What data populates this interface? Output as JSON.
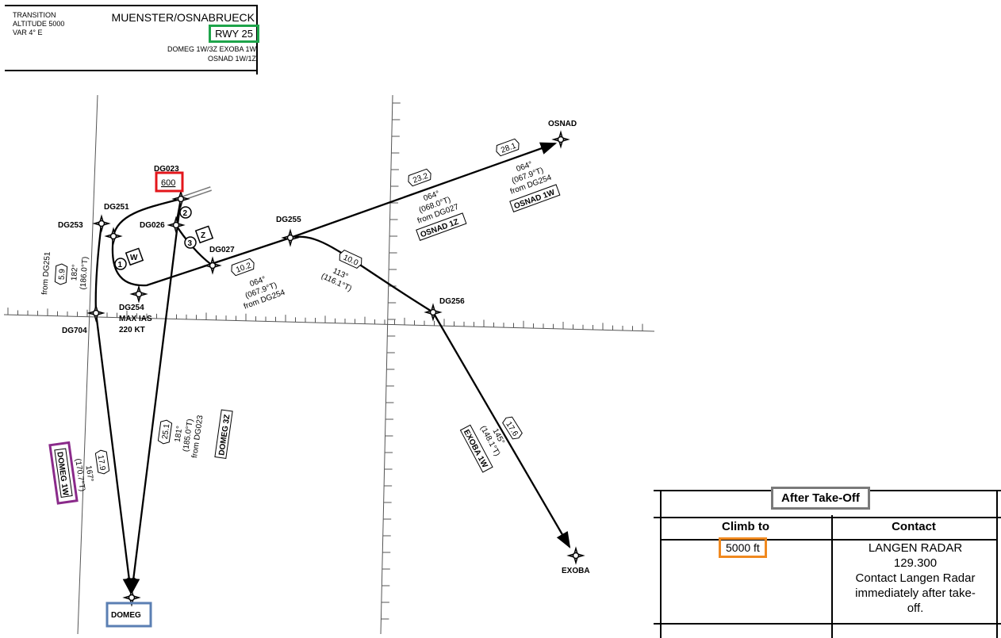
{
  "header": {
    "transition_lines": [
      "TRANSITION",
      "ALTITUDE 5000",
      "VAR 4° E"
    ],
    "airport": "MUENSTER/OSNABRUECK",
    "runway": "RWY 25",
    "routes_line1": "DOMEG 1W/3Z EXOBA 1W",
    "routes_line2": "OSNAD 1W/1Z"
  },
  "waypoints": {
    "dg023": "DG023",
    "dg251": "DG251",
    "dg253": "DG253",
    "dg026": "DG026",
    "dg027": "DG027",
    "dg255": "DG255",
    "dg254": "DG254",
    "dg704": "DG704",
    "dg256": "DG256",
    "osnad": "OSNAD",
    "exoba": "EXOBA",
    "domeg": "DOMEG"
  },
  "constraints": {
    "dg023_alt": "600",
    "dg254_speed1": "MAX IAS",
    "dg254_speed2": "220 KT"
  },
  "sequence": {
    "one": "1",
    "two": "2",
    "three": "3",
    "w": "W",
    "z": "Z"
  },
  "legs": {
    "osnad_1w": {
      "dist": "28.1",
      "crs": "064°",
      "true": "(067.9°T)",
      "from": "from DG254",
      "name": "OSNAD 1W"
    },
    "osnad_1z": {
      "dist": "23.2",
      "crs": "064°",
      "true": "(068.0°T)",
      "from": "from DG027",
      "name": "OSNAD 1Z"
    },
    "dg254_dg255": {
      "dist": "10.2",
      "crs": "064°",
      "true": "(067.9°T)",
      "from": "from DG254"
    },
    "dg255_dg256": {
      "dist": "10.0",
      "crs": "113°",
      "true": "(116.1°T)"
    },
    "exoba_1w": {
      "dist": "17.6",
      "crs": "145°",
      "true": "(148.1°T)",
      "name": "EXOBA 1W"
    },
    "domeg_3z": {
      "dist": "25.1",
      "crs": "181°",
      "true": "(185.0°T)",
      "from": "from DG023",
      "name": "DOMEG 3Z"
    },
    "domeg_1w": {
      "dist": "17.9",
      "crs": "167°",
      "true": "(170.7°T)",
      "name": "DOMEG 1W"
    },
    "dg251_dg704": {
      "dist": "5.9",
      "crs": "182°",
      "true": "(186.0°T)",
      "from": "from DG251"
    }
  },
  "after_takeoff": {
    "title": "After Take-Off",
    "climb_header": "Climb to",
    "contact_header": "Contact",
    "climb_value": "5000 ft",
    "contact_lines": [
      "LANGEN RADAR",
      "129.300",
      "Contact Langen Radar",
      "immediately after take-",
      "off."
    ]
  },
  "colors": {
    "runway_box": "#1ea44a",
    "alt_box": "#e3161b",
    "domeg_box": "#5b7fb3",
    "domeg1w_box": "#8a2a8a",
    "title_box": "#7a7a7a",
    "climb_box": "#f0891f"
  }
}
